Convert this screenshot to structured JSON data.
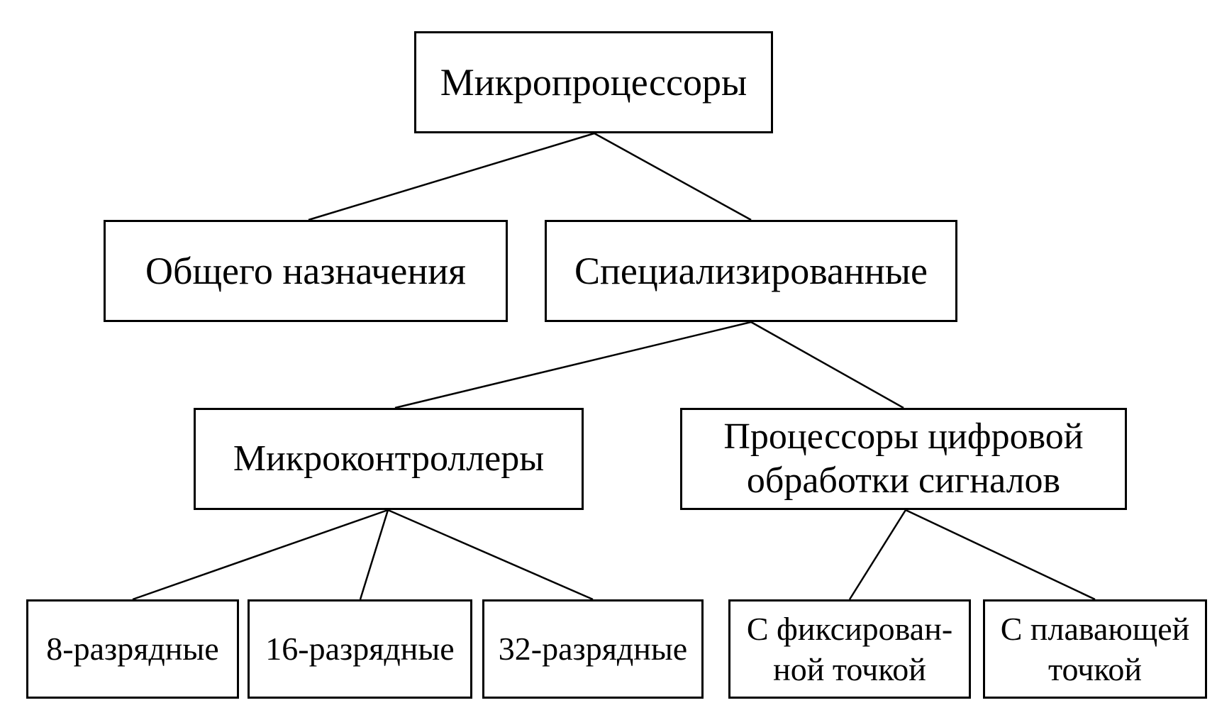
{
  "diagram": {
    "root": {
      "label": "Микропроцессоры"
    },
    "general_purpose": {
      "label": "Общего назначения"
    },
    "specialized": {
      "label": "Специализированные"
    },
    "microcontrollers": {
      "label": "Микроконтроллеры"
    },
    "dsp": {
      "label": "Процессоры цифровой\nобработки сигналов"
    },
    "mc_8bit": {
      "label": "8-разрядные"
    },
    "mc_16bit": {
      "label": "16-разрядные"
    },
    "mc_32bit": {
      "label": "32-разрядные"
    },
    "dsp_fixed": {
      "label": "С фиксирован-\nной точкой"
    },
    "dsp_float": {
      "label": "С плавающей\nточкой"
    },
    "edges": [
      [
        "root",
        "general_purpose"
      ],
      [
        "root",
        "specialized"
      ],
      [
        "specialized",
        "microcontrollers"
      ],
      [
        "specialized",
        "dsp"
      ],
      [
        "microcontrollers",
        "mc_8bit"
      ],
      [
        "microcontrollers",
        "mc_16bit"
      ],
      [
        "microcontrollers",
        "mc_32bit"
      ],
      [
        "dsp",
        "dsp_fixed"
      ],
      [
        "dsp",
        "dsp_float"
      ]
    ]
  }
}
